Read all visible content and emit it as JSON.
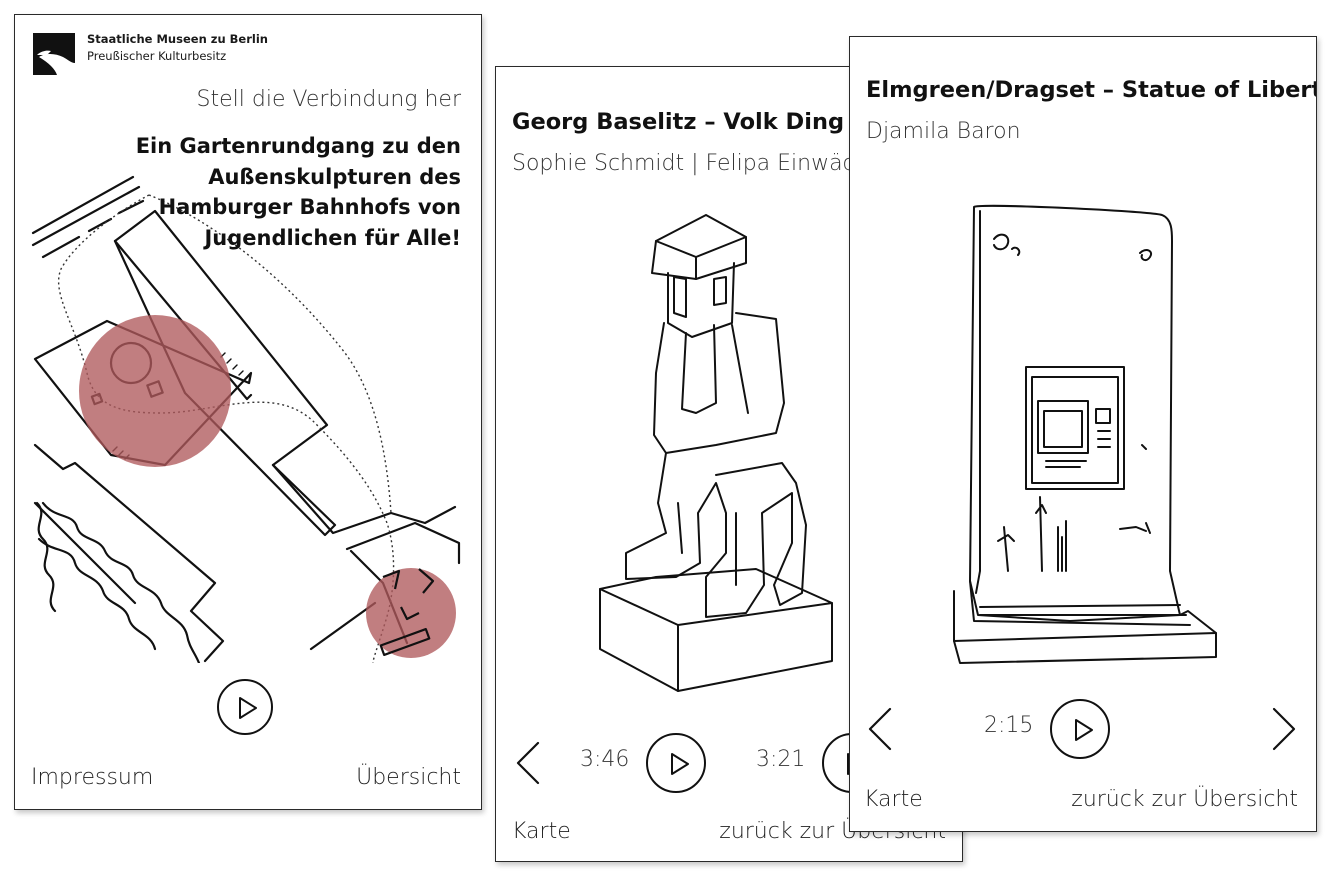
{
  "home": {
    "logo": {
      "line1": "Staatliche Museen zu Berlin",
      "line2": "Preußischer Kulturbesitz"
    },
    "tagline": "Stell die Verbindung her",
    "headline": "Ein Gartenrundgang zu den Außenskulpturen des Hamburger Bahnhofs von Jugendlichen für Alle!",
    "footer": {
      "left": "Impressum",
      "right": "Übersicht"
    },
    "map": {
      "highlight_color": "#b05a5c"
    }
  },
  "baselitz": {
    "title": "Georg Baselitz – Volk Ding Zero",
    "authors": "Sophie Schmidt | Felipa Einwächter",
    "tracks": [
      {
        "duration": "3:46"
      },
      {
        "duration": "3:21"
      }
    ],
    "footer": {
      "left": "Karte",
      "right": "zurück zur Übersicht"
    }
  },
  "elmgreen": {
    "title": "Elmgreen/Dragset – Statue of Liberty",
    "authors": "Djamila Baron",
    "tracks": [
      {
        "duration": "2:15"
      }
    ],
    "footer": {
      "left": "Karte",
      "right": "zurück zur Übersicht"
    }
  }
}
